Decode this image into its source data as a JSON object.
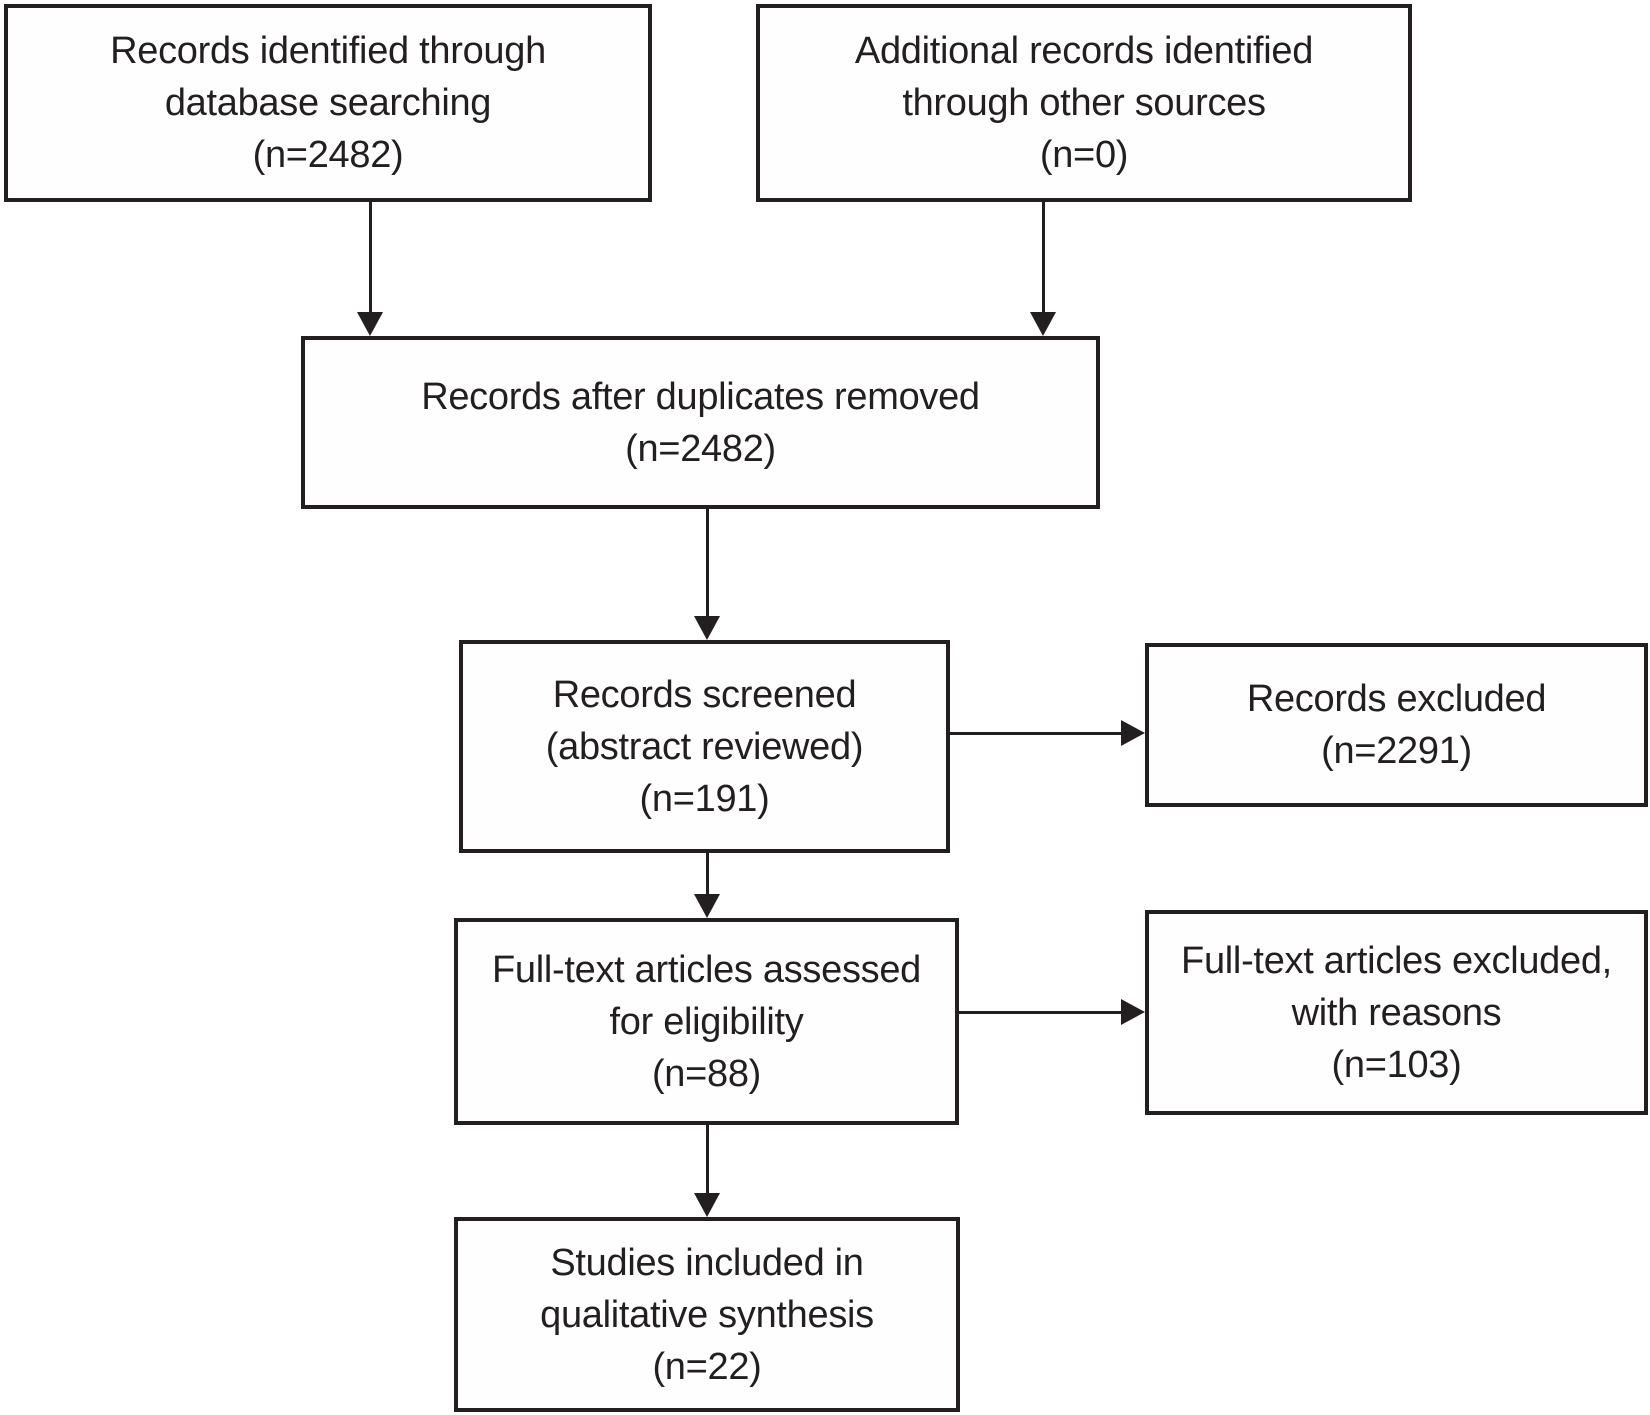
{
  "boxes": {
    "identified_database": {
      "lines": [
        "Records identified through",
        "database searching",
        "(n=2482)"
      ]
    },
    "identified_other": {
      "lines": [
        "Additional records identified",
        "through other sources",
        "(n=0)"
      ]
    },
    "after_duplicates": {
      "lines": [
        "Records after duplicates removed",
        "(n=2482)"
      ]
    },
    "screened": {
      "lines": [
        "Records screened",
        "(abstract reviewed)",
        "(n=191)"
      ]
    },
    "records_excluded": {
      "lines": [
        "Records excluded",
        "(n=2291)"
      ]
    },
    "fulltext_assessed": {
      "lines": [
        "Full-text articles assessed",
        "for eligibility",
        "(n=88)"
      ]
    },
    "fulltext_excluded": {
      "lines": [
        "Full-text articles excluded,",
        "with reasons",
        "(n=103)"
      ]
    },
    "included_qualitative": {
      "lines": [
        "Studies included in",
        "qualitative synthesis",
        "(n=22)"
      ]
    }
  },
  "counts": {
    "identified_database": 2482,
    "identified_other": 0,
    "after_duplicates": 2482,
    "screened": 191,
    "records_excluded": 2291,
    "fulltext_assessed": 88,
    "fulltext_excluded": 103,
    "included_qualitative": 22
  },
  "colors": {
    "line": "#231f20",
    "text": "#231f20",
    "background": "#ffffff"
  }
}
